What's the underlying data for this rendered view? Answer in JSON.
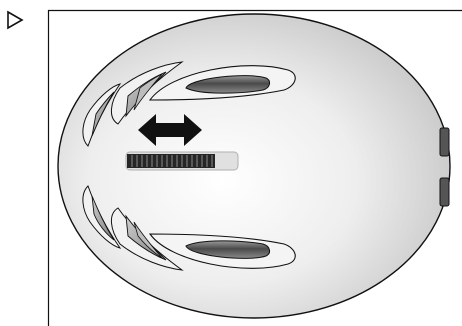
{
  "figure": {
    "marker_icon": "play-triangle-outline",
    "subject": "helmet-top-view",
    "adjustment_icon": "double-headed-arrow",
    "colors": {
      "line": "#111111",
      "shell_light": "#f7f7f7",
      "shell_shade": "#c9c9c9",
      "vent_dark": "#555555",
      "slider_grip": "#2a2a2a"
    }
  }
}
